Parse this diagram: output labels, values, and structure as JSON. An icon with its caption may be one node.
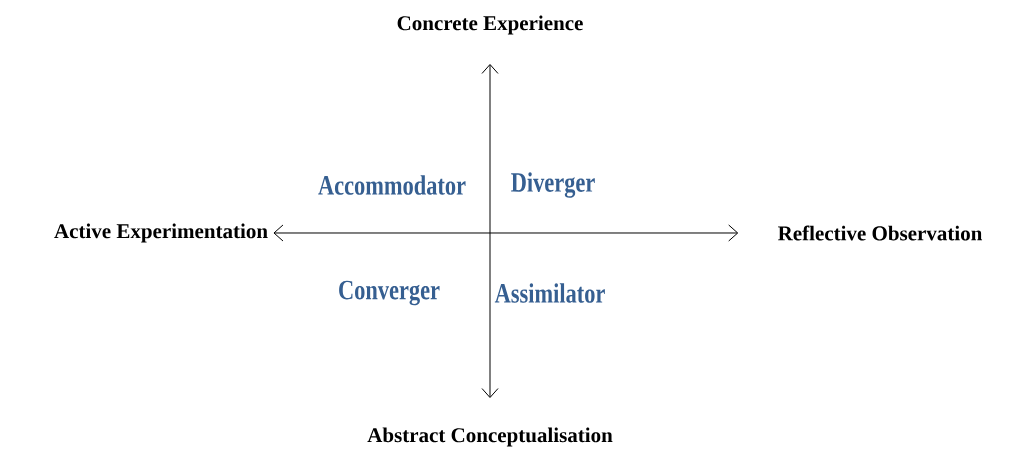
{
  "diagram": {
    "nodes": [
      {
        "text": [
          "Concrete Experience"
        ]
      },
      {
        "text": [
          "Active Experimentation"
        ]
      },
      {
        "text": [
          "Reflective Observation"
        ]
      },
      {
        "text": [
          "Abstract Conceptualisation"
        ]
      }
    ],
    "edges": [
      {
        "from": 0,
        "to": 3,
        "arrow": "both"
      },
      {
        "from": 1,
        "to": 2,
        "arrow": "both"
      }
    ],
    "labels": [
      "Accommodator",
      "Diverger",
      "Converger",
      "Assimilator"
    ]
  }
}
